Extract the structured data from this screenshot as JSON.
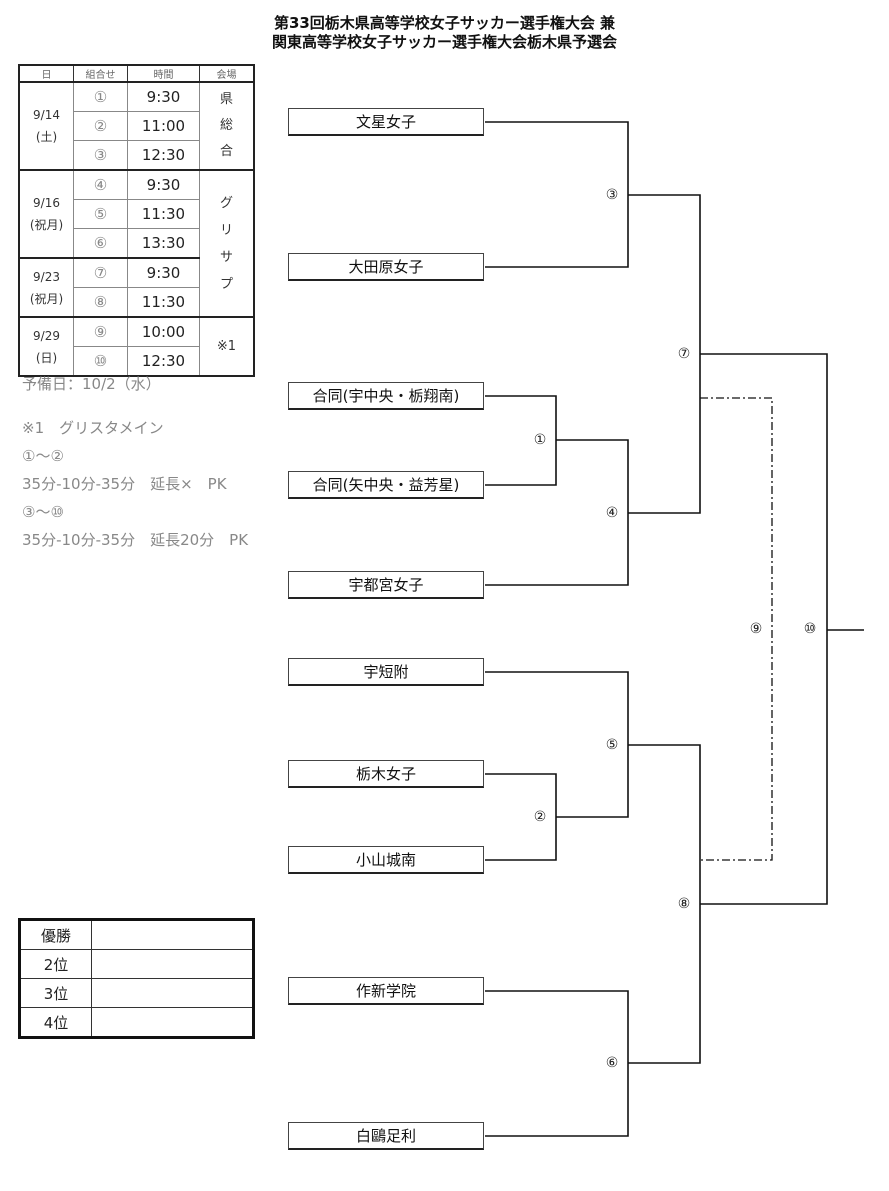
{
  "title": {
    "line1": "第33回栃木県高等学校女子サッカー選手権大会 兼",
    "line2": "関東高等学校女子サッカー選手権大会栃木県予選会"
  },
  "schedule": {
    "headers": [
      "日",
      "組合せ",
      "時間",
      "会場"
    ],
    "groups": [
      {
        "date": "9/14",
        "weekday": "(土)",
        "venue": "県\n総\n合",
        "matches": [
          {
            "no": "①",
            "time": "9:30"
          },
          {
            "no": "②",
            "time": "11:00"
          },
          {
            "no": "③",
            "time": "12:30"
          }
        ]
      },
      {
        "date": "9/16",
        "weekday": "(祝月)",
        "matches": [
          {
            "no": "④",
            "time": "9:30"
          },
          {
            "no": "⑤",
            "time": "11:30"
          },
          {
            "no": "⑥",
            "time": "13:30"
          }
        ]
      },
      {
        "date": "9/23",
        "weekday": "(祝月)",
        "matches": [
          {
            "no": "⑦",
            "time": "9:30"
          },
          {
            "no": "⑧",
            "time": "11:30"
          }
        ]
      },
      {
        "date": "9/29",
        "weekday": "(日)",
        "venue": "※1",
        "matches": [
          {
            "no": "⑨",
            "time": "10:00"
          },
          {
            "no": "⑩",
            "time": "12:30"
          }
        ]
      }
    ],
    "venue_grisapu": "グ\nリ\nサ\nプ"
  },
  "notes": {
    "reserve": "予備日：10/2（水）",
    "note1": "※1　グリスタメイン",
    "range1": "①～②",
    "rule1": "35分-10分-35分　延長×　PK",
    "range2": "③～⑩",
    "rule2": "35分-10分-35分　延長20分　PK"
  },
  "teams": [
    "文星女子",
    "大田原女子",
    "合同(宇中央・栃翔南)",
    "合同(矢中央・益芳星)",
    "宇都宮女子",
    "宇短附",
    "栃木女子",
    "小山城南",
    "作新学院",
    "白鷗足利"
  ],
  "match_numbers": [
    "①",
    "②",
    "③",
    "④",
    "⑤",
    "⑥",
    "⑦",
    "⑧",
    "⑨",
    "⑩"
  ],
  "ranking": {
    "labels": [
      "優勝",
      "2位",
      "3位",
      "4位"
    ],
    "values": [
      "",
      "",
      "",
      ""
    ]
  }
}
